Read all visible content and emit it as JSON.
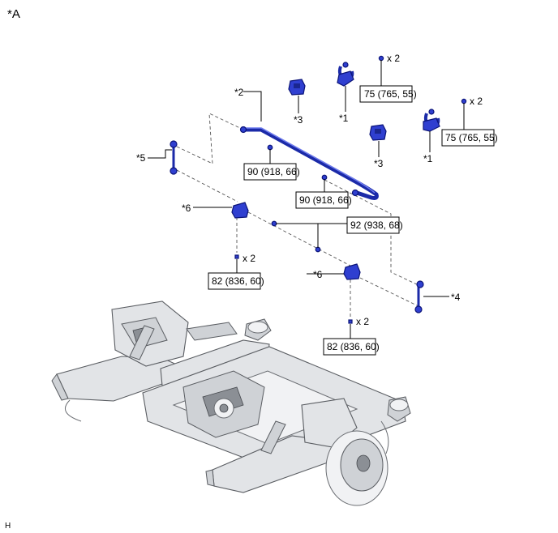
{
  "view_label": "*A",
  "footer_label": "H",
  "callouts": {
    "p1a": "*1",
    "p1b": "*1",
    "p2": "*2",
    "p3a": "*3",
    "p3b": "*3",
    "p4": "*4",
    "p5": "*5",
    "p6a": "*6",
    "p6b": "*6"
  },
  "torques": {
    "t75a": "75 (765, 55)",
    "t75b": "75 (765, 55)",
    "t90a": "90 (918, 66)",
    "t90b": "90 (918, 66)",
    "t92": "92 (938, 68)",
    "t82a": "82 (836, 60)",
    "t82b": "82 (836, 60)"
  },
  "quantities": {
    "q75a": "x 2",
    "q75b": "x 2",
    "q82a": "x 2",
    "q82b": "x 2"
  },
  "colors": {
    "part_blue": "#2f3fd0",
    "frame_grey": "#e2e4e7"
  }
}
